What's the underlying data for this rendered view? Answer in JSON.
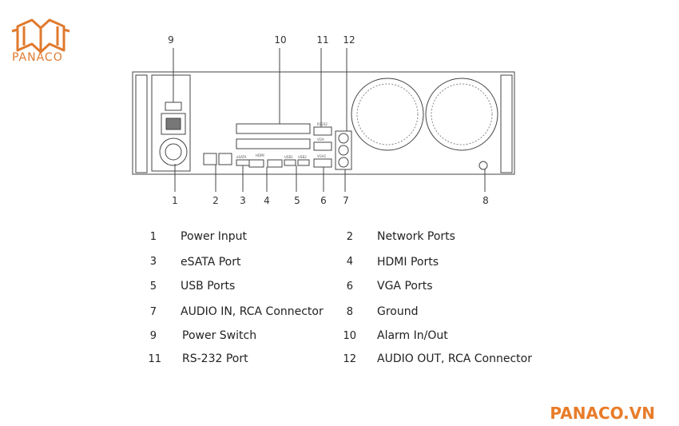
{
  "logo": {
    "text": "PANACO",
    "brand_color": "#e07a2e"
  },
  "callouts_top": [
    "9",
    "10",
    "11",
    "12"
  ],
  "callouts_bottom": [
    "1",
    "2",
    "3",
    "4",
    "5",
    "6",
    "7",
    "8"
  ],
  "panel_labels": {
    "hdmi": "HDMI",
    "rs232": "RS232",
    "vga": "VGA",
    "usb1": "USB1",
    "usb2": "USB2",
    "esata": "eSATA",
    "vga2": "VGA1"
  },
  "legend": [
    {
      "num": "1",
      "label": "Power Input"
    },
    {
      "num": "2",
      "label": "Network Ports"
    },
    {
      "num": "3",
      "label": "eSATA Port"
    },
    {
      "num": "4",
      "label": "HDMI Ports"
    },
    {
      "num": "5",
      "label": "USB Ports"
    },
    {
      "num": "6",
      "label": "VGA Ports"
    },
    {
      "num": "7",
      "label": "AUDIO IN, RCA Connector"
    },
    {
      "num": "8",
      "label": "Ground"
    },
    {
      "num": "9",
      "label": "Power Switch"
    },
    {
      "num": "10",
      "label": "Alarm In/Out"
    },
    {
      "num": "11",
      "label": "RS-232 Port"
    },
    {
      "num": "12",
      "label": "AUDIO OUT, RCA Connector"
    }
  ],
  "footer_brand": "PANACO.VN",
  "accent_color": "#e87c2a"
}
